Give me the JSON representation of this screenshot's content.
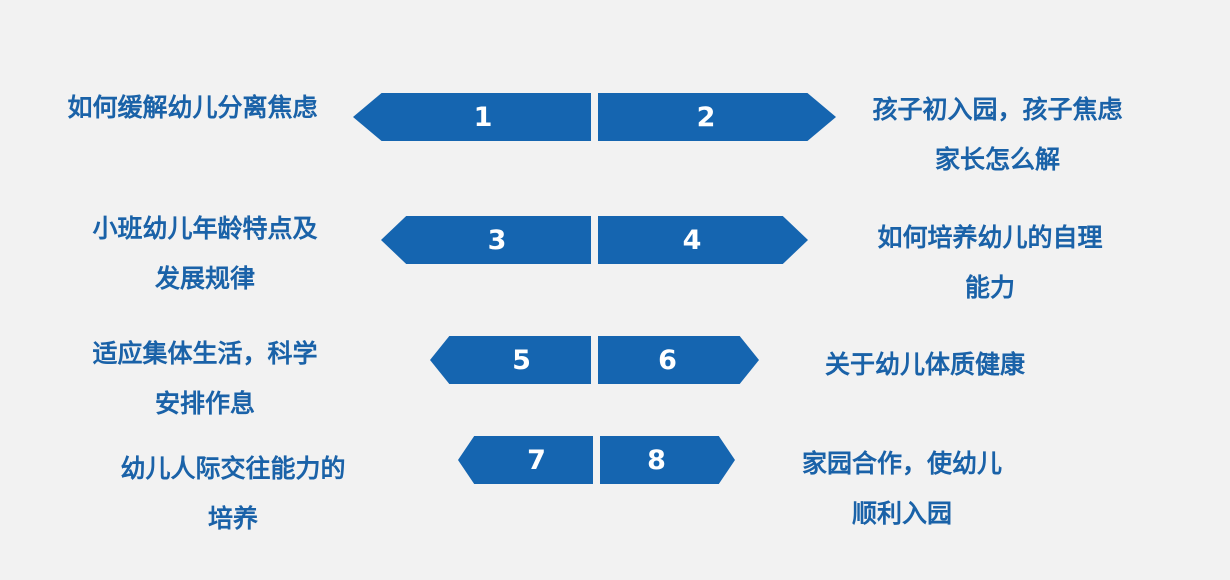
{
  "colors": {
    "background": "#f2f2f2",
    "arrow_fill": "#1565b0",
    "label_text": "#1a62a8",
    "number_text": "#ffffff"
  },
  "rows": [
    {
      "left": {
        "number": "1",
        "lines": [
          "如何缓解幼儿分离焦虑"
        ]
      },
      "right": {
        "number": "2",
        "lines": [
          "孩子初入园，孩子焦虑",
          "家长怎么解"
        ]
      }
    },
    {
      "left": {
        "number": "3",
        "lines": [
          "小班幼儿年龄特点及",
          "发展规律"
        ]
      },
      "right": {
        "number": "4",
        "lines": [
          "如何培养幼儿的自理",
          "能力"
        ]
      }
    },
    {
      "left": {
        "number": "5",
        "lines": [
          "适应集体生活，科学",
          "安排作息"
        ]
      },
      "right": {
        "number": "6",
        "lines": [
          "关于幼儿体质健康"
        ]
      }
    },
    {
      "left": {
        "number": "7",
        "lines": [
          "幼儿人际交往能力的",
          "培养"
        ]
      },
      "right": {
        "number": "8",
        "lines": [
          "家园合作，使幼儿",
          "顺利入园"
        ]
      }
    }
  ]
}
